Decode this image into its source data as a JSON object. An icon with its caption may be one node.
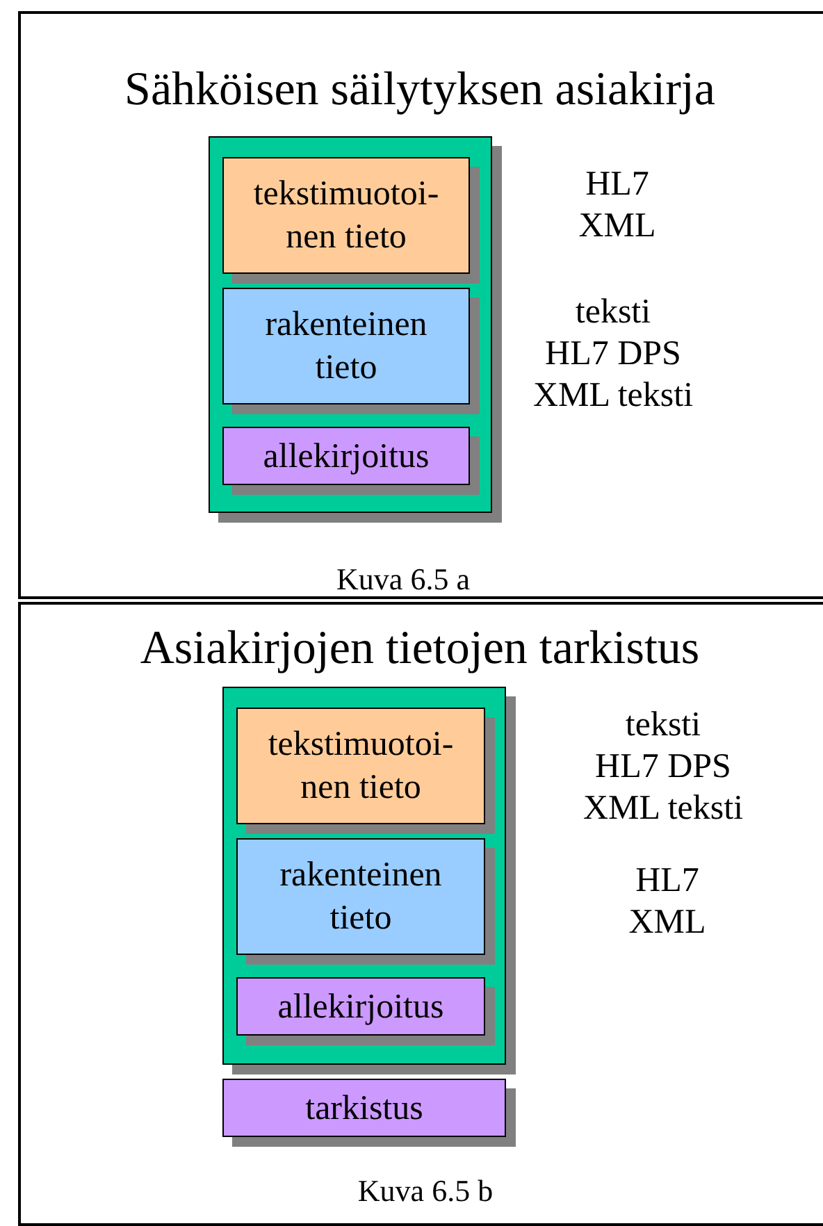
{
  "diagram": {
    "nodes": [
      {
        "text": [
          "Sähköisen säilytyksen asiakirja",
          "Kuva 6.5 a"
        ]
      },
      {
        "text": [],
        "shape": "box",
        "in": 0
      },
      {
        "text": [
          "tekstimuotoi- nen tieto"
        ],
        "in": 1
      },
      {
        "text": [
          "rakenteinen tieto"
        ],
        "in": 1
      },
      {
        "text": [
          "allekirjoitus"
        ],
        "in": 1
      },
      {
        "text": [
          "Asiakirjojen tietojen tarkistus",
          "Kuva 6.5 b"
        ]
      },
      {
        "text": [],
        "shape": "box",
        "in": 5
      },
      {
        "text": [
          "tekstimuotoi- nen tieto"
        ],
        "in": 6
      },
      {
        "text": [
          "rakenteinen tieto"
        ],
        "in": 6
      },
      {
        "text": [
          "allekirjoitus"
        ],
        "in": 6
      },
      {
        "text": [
          "tarkistus"
        ],
        "in": 5
      }
    ],
    "labels": [
      "HL7 XML",
      "teksti HL7 DPS XML teksti",
      "teksti HL7 DPS XML teksti",
      "HL7 XML"
    ]
  }
}
